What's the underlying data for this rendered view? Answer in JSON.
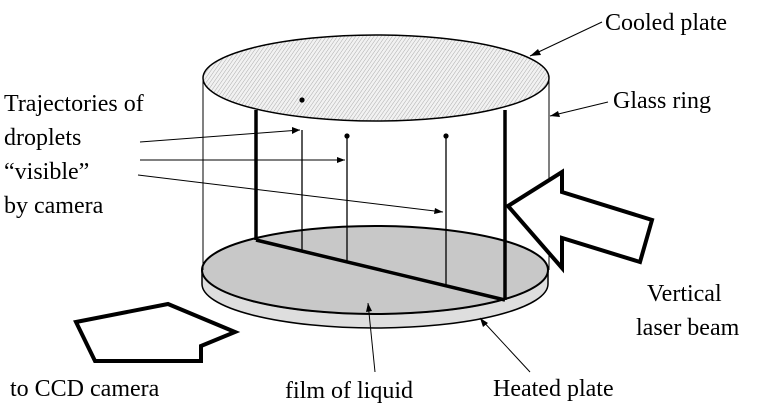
{
  "labels": {
    "cooled_plate": "Cooled plate",
    "glass_ring": "Glass ring",
    "trajectories_line1": "Trajectories of",
    "trajectories_line2": "droplets",
    "trajectories_line3": "“visible”",
    "trajectories_line4": "by camera",
    "vertical_line1": "Vertical",
    "vertical_line2": "laser beam",
    "to_ccd_camera": "to CCD camera",
    "film_of_liquid": "film of liquid",
    "heated_plate": "Heated plate"
  },
  "colors": {
    "line": "#000000",
    "cooled_plate_fill": "#f2f2f2",
    "hatch": "#9a9a9a",
    "liquid_film": "#c8c8c8",
    "heated_plate_side": "#dedede",
    "background": "#ffffff"
  }
}
